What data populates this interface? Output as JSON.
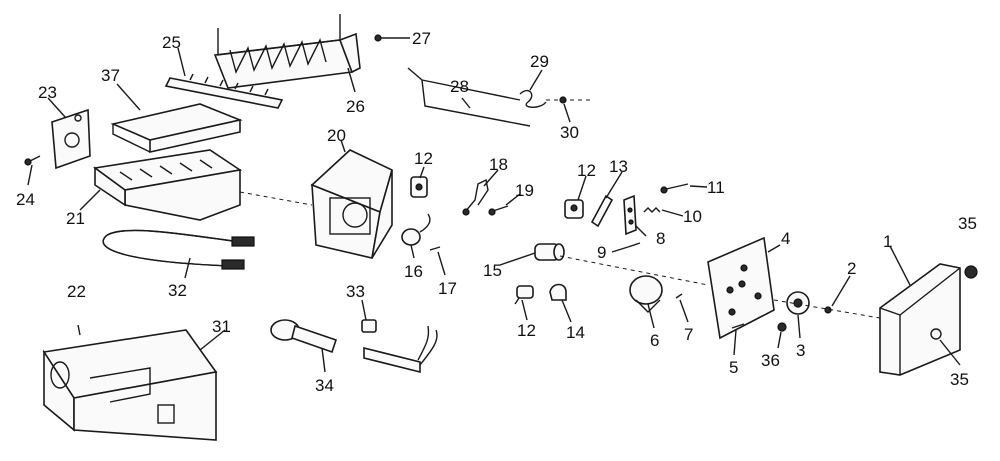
{
  "diagram": {
    "labels": [
      "1",
      "2",
      "3",
      "4",
      "5",
      "6",
      "7",
      "8",
      "9",
      "10",
      "11",
      "12",
      "12",
      "12",
      "13",
      "14",
      "15",
      "16",
      "17",
      "18",
      "19",
      "20",
      "21",
      "22",
      "23",
      "24",
      "25",
      "26",
      "27",
      "28",
      "29",
      "30",
      "31",
      "32",
      "33",
      "34",
      "35",
      "35",
      "36",
      "37"
    ]
  }
}
